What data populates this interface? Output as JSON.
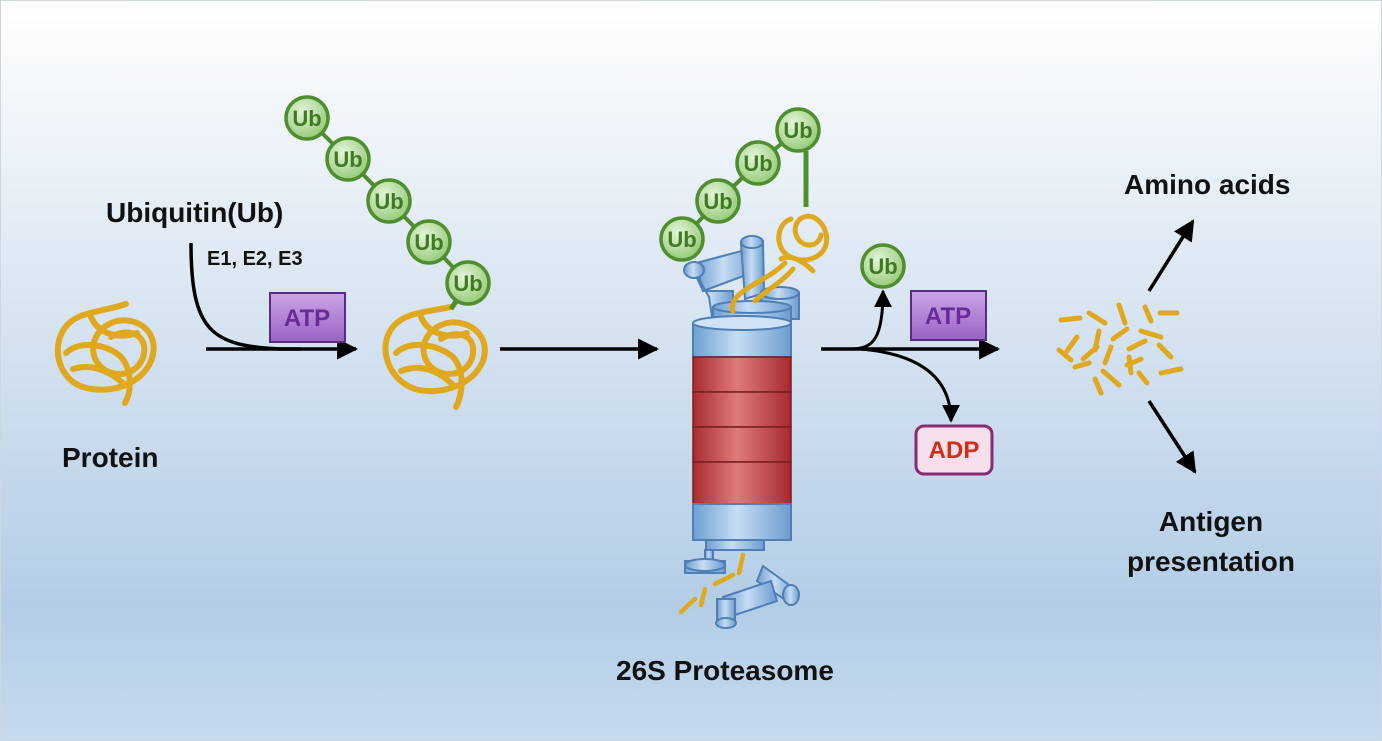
{
  "labels": {
    "ubiquitin": "Ubiquitin(Ub)",
    "enzymes": "E1, E2, E3",
    "protein": "Protein",
    "proteasome": "26S Proteasome",
    "amino_acids": "Amino acids",
    "antigen_line1": "Antigen",
    "antigen_line2": "presentation"
  },
  "badges": {
    "atp_1": "ATP",
    "atp_2": "ATP",
    "adp": "ADP"
  },
  "ub_label": "Ub",
  "colors": {
    "protein": "#e0a81c",
    "ub_fill": "#a9d88e",
    "ub_stroke": "#4f8e2e",
    "ub_text": "#3f7a22",
    "atp_fill": "#a070c8",
    "atp_text": "#6a2a9a",
    "adp_fill": "#f7e0ec",
    "adp_stroke": "#8a2a72",
    "adp_text": "#d03018",
    "proteasome_blue": "#8fbbe6",
    "proteasome_red": "#c23a3e",
    "arrow": "#000000"
  }
}
